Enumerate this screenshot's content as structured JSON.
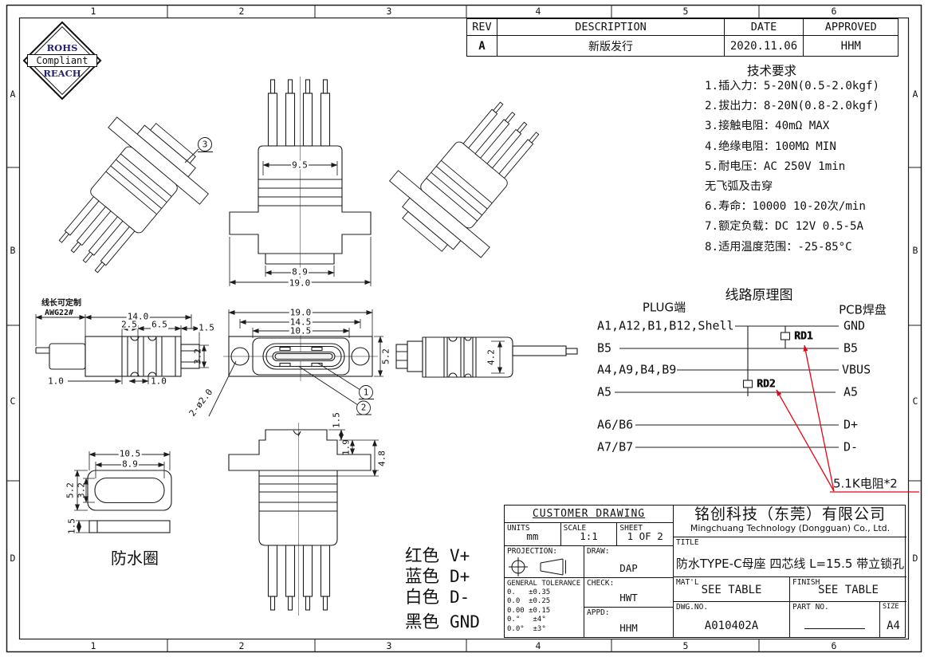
{
  "sheet": {
    "grid_columns": [
      "1",
      "2",
      "3",
      "4",
      "5",
      "6"
    ],
    "grid_rows": [
      "A",
      "B",
      "C",
      "D"
    ]
  },
  "badge": {
    "line1": "ROHS",
    "line2": "Compliant",
    "line3": "REACH"
  },
  "revision_table": {
    "col_rev": "REV",
    "col_description": "DESCRIPTION",
    "col_date": "DATE",
    "col_approved": "APPROVED",
    "rev": "A",
    "description": "新版发行",
    "date": "2020.11.06",
    "approved": "HHM"
  },
  "tech_requirements": {
    "title": "技术要求",
    "lines": [
      "1.插入力：5-20N(0.5-2.0kgf)",
      "2.拔出力：8-20N(0.8-2.0kgf)",
      "3.接触电阻：40mΩ MAX",
      "4.绝缘电阻：100MΩ MIN",
      "5.耐电压：AC 250V 1min",
      "无飞弧及击穿",
      "6.寿命：10000 10-20次/min",
      "7.额定负载：DC 12V 0.5-5A",
      "8.适用温度范围：-25-85°C"
    ]
  },
  "schematic": {
    "title": "线路原理图",
    "left_header": "PLUG端",
    "right_header": "PCB焊盘",
    "rows": [
      {
        "left": "A1,A12,B1,B12,Shell",
        "right": "GND"
      },
      {
        "left": "B5",
        "right": "B5"
      },
      {
        "left": "A4,A9,B4,B9",
        "right": "VBUS"
      },
      {
        "left": "A5",
        "right": "A5"
      },
      {
        "left": "A6/B6",
        "right": "D+"
      },
      {
        "left": "A7/B7",
        "right": "D-"
      }
    ],
    "resistor1": "RD1",
    "resistor2": "RD2",
    "note": "5.1K电阻*2"
  },
  "views": {
    "cable_note_line1": "线长可定制",
    "cable_note_line2": "AWG22#",
    "seal_label": "防水圈",
    "balloon1": "1",
    "balloon2": "2",
    "balloon3": "3",
    "dims": {
      "top_inner": "9.5",
      "top_tab": "8.9",
      "top_full": "19.0",
      "cable_len": "14.0",
      "cable_s1": "2.5",
      "cable_s2": "6.5",
      "cable_s3": "1.5",
      "cable_h": "3.2",
      "cable_g1": "1.0",
      "cable_g2": "1.0",
      "front_full": "19.0",
      "front_holes": "14.5",
      "front_housing": "10.5",
      "front_h": "5.2",
      "front_hole_dia": "2-ø2.0",
      "side_h": "4.2",
      "bottom_t1": "1.5",
      "bottom_t2": "1.9",
      "bottom_t3": "4.8",
      "ring_w_out": "10.5",
      "ring_w_in": "8.9",
      "ring_h_out": "5.2",
      "ring_h_in": "3.2",
      "ring_t": "1.5"
    }
  },
  "wire_legend": {
    "items": [
      {
        "name": "红色",
        "signal": "V+"
      },
      {
        "name": "蓝色",
        "signal": "D+"
      },
      {
        "name": "白色",
        "signal": "D-"
      },
      {
        "name": "黑色",
        "signal": "GND"
      }
    ]
  },
  "title_block": {
    "header": "CUSTOMER DRAWING",
    "units_label": "UNITS",
    "units_value": "mm",
    "scale_label": "SCALE",
    "scale_value": "1:1",
    "sheet_label": "SHEET",
    "sheet_value": "1 OF 2",
    "projection_label": "PROJECTION:",
    "draw_label": "DRAW:",
    "draw_value": "DAP",
    "tolerance_label": "GENERAL TOLERANCE",
    "tolerance_lines": [
      "0.   ±0.35",
      "0.0  ±0.25",
      "0.00 ±0.15",
      "0.°   ±4°",
      "0.0°  ±3°"
    ],
    "check_label": "CHECK:",
    "check_value": "HWT",
    "appd_label": "APPD:",
    "appd_value": "HHM",
    "company_cn": "铭创科技（东莞）有限公司",
    "company_en": "Mingchuang Technology (Dongguan) Co., Ltd.",
    "title_label": "TITLE",
    "title_value": "防水TYPE-C母座 四芯线 L=15.5 带立锁孔",
    "matl_label": "MAT'L",
    "matl_value": "SEE TABLE",
    "finish_label": "FINISH",
    "finish_value": "SEE TABLE",
    "dwg_label": "DWG.NO.",
    "dwg_value": "A010402A",
    "part_label": "PART NO.",
    "size_label": "SIZE",
    "size_value": "A4"
  }
}
